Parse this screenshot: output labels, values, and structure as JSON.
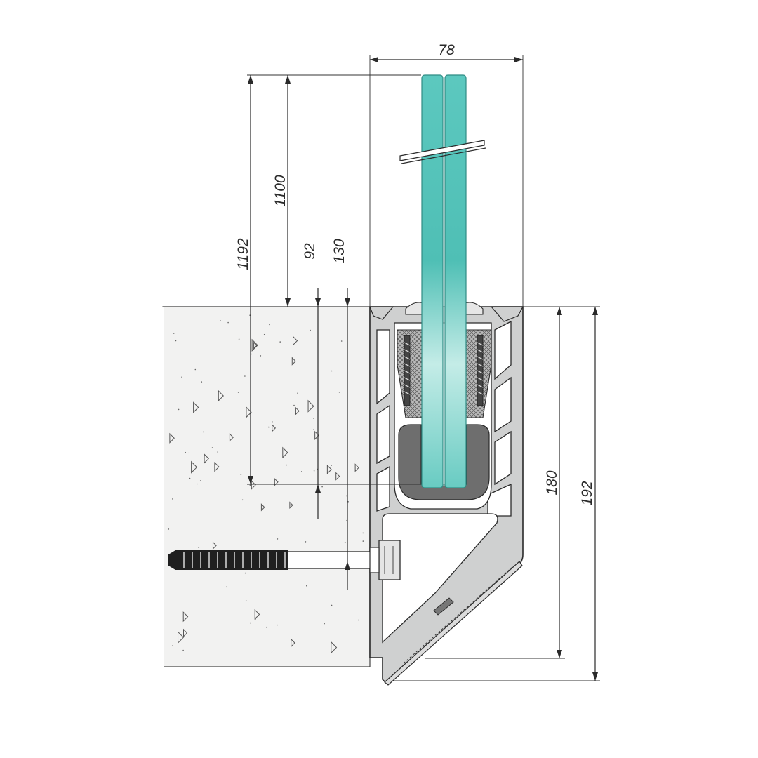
{
  "dimensions": {
    "width_top": "78",
    "total_height": "1192",
    "glass_height": "1100",
    "depth_a": "92",
    "depth_b": "130",
    "profile_height": "180",
    "profile_height_total": "192"
  },
  "colors": {
    "glass": "#5cc8bf",
    "glass_light": "#bfe8e3",
    "profile": "#cfd0d0",
    "gasket": "#6e6e6e",
    "concrete": "#f2f2f1",
    "line": "#2a2a2a"
  }
}
